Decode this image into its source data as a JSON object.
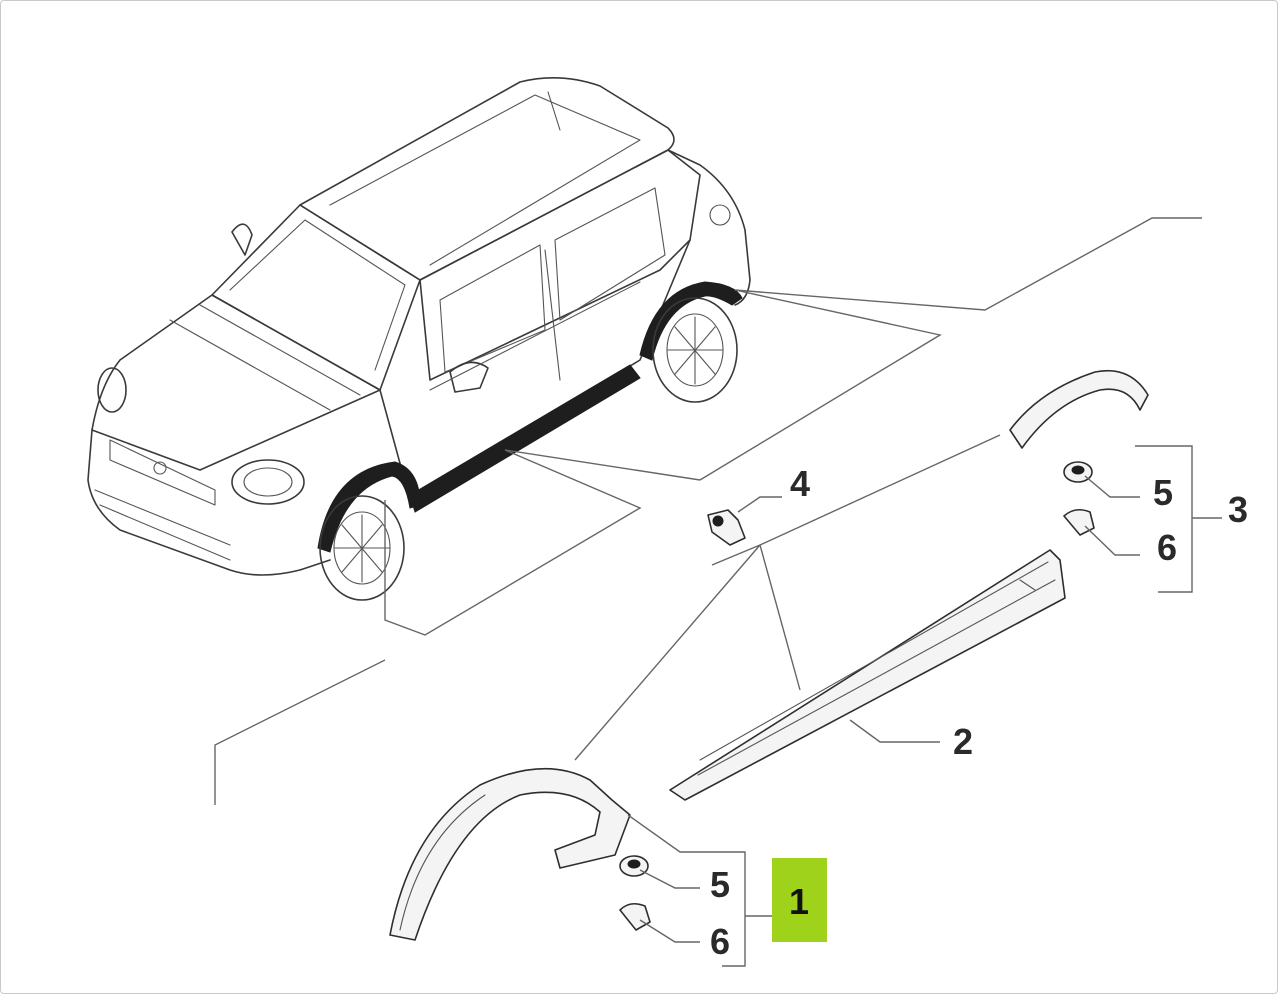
{
  "callouts": [
    {
      "id": "1",
      "label": "1",
      "highlighted": true
    },
    {
      "id": "2",
      "label": "2"
    },
    {
      "id": "3",
      "label": "3"
    },
    {
      "id": "4",
      "label": "4"
    },
    {
      "id": "5a",
      "label": "5"
    },
    {
      "id": "6a",
      "label": "6"
    },
    {
      "id": "5b",
      "label": "5"
    },
    {
      "id": "6b",
      "label": "6"
    }
  ],
  "colors": {
    "highlight": "#9fd21a",
    "line": "#3a3a3a",
    "frame": "#c9c9c9"
  },
  "icons": [
    "car-outline",
    "wheel-arch-trim",
    "side-sill-trim",
    "clip",
    "nut",
    "push-rivet"
  ]
}
